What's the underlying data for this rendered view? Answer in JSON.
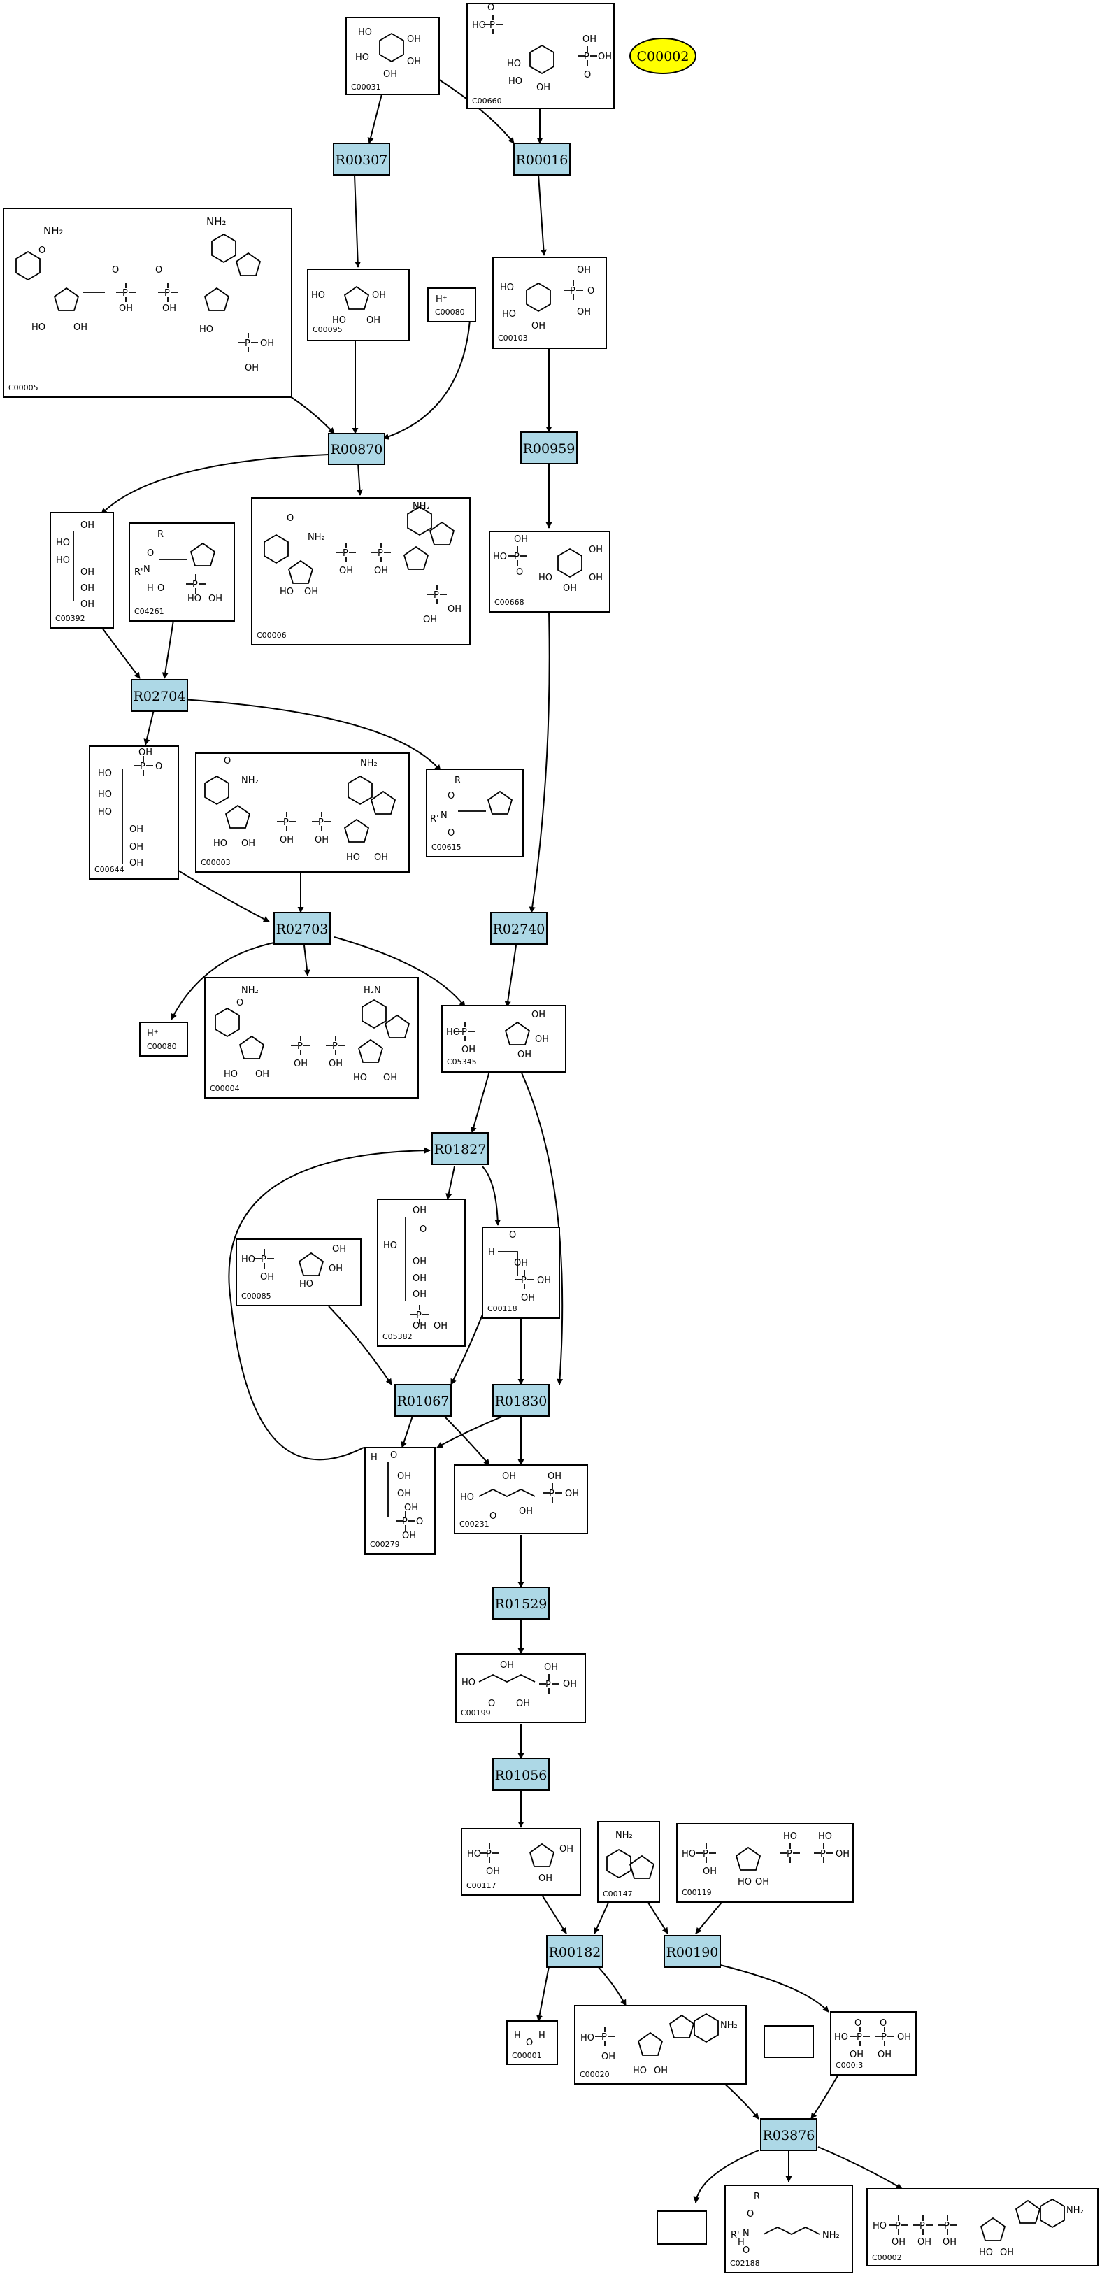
{
  "reactions": {
    "R00307": "R00307",
    "R00016": "R00016",
    "R00870": "R00870",
    "R00959": "R00959",
    "R02704": "R02704",
    "R02703": "R02703",
    "R02740": "R02740",
    "R01827": "R01827",
    "R01067": "R01067",
    "R01830": "R01830",
    "R01529": "R01529",
    "R01056": "R01056",
    "R00182": "R00182",
    "R00190": "R00190",
    "R03876": "R03876"
  },
  "compounds": {
    "C00031": "C00031",
    "C00660": "C00660",
    "C00002_oval": "C00002",
    "C00005": "C00005",
    "C00095": "C00095",
    "C00080": "C00080",
    "C00103": "C00103",
    "C00392": "C00392",
    "C04261": "C04261",
    "C00006": "C00006",
    "C00668": "C00668",
    "C00644": "C00644",
    "C00003": "C00003",
    "C00615": "C00615",
    "C00080b": "C00080",
    "C00004": "C00004",
    "C05345": "C05345",
    "C00085": "C00085",
    "C05382": "C05382",
    "C00118": "C00118",
    "C00279": "C00279",
    "C00231": "C00231",
    "C00199": "C00199",
    "C00117": "C00117",
    "C00147": "C00147",
    "C00119": "C00119",
    "C00001": "C00001",
    "C00020": "C00020",
    "C00013": "C000:3",
    "C02188": "C02188",
    "C00002": "C00002"
  },
  "hplus": "H⁺",
  "highlight_color": "#ffff00",
  "reaction_color": "#add8e6"
}
